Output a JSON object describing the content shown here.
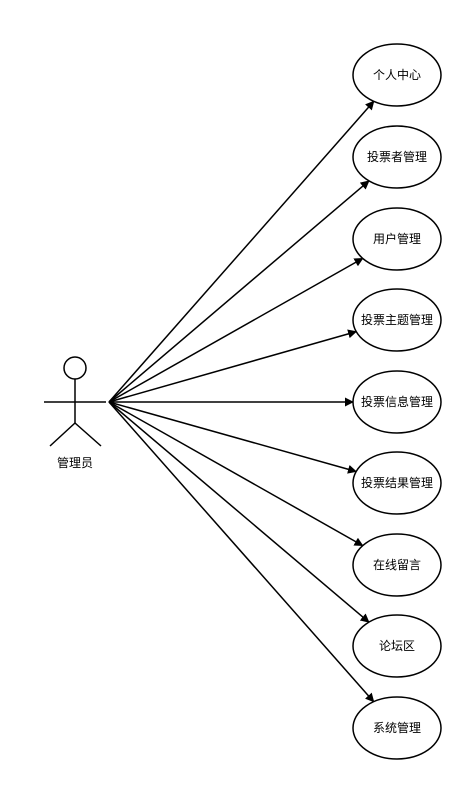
{
  "actor": {
    "name": "管理员"
  },
  "use_cases": [
    {
      "label": "个人中心"
    },
    {
      "label": "投票者管理"
    },
    {
      "label": "用户管理"
    },
    {
      "label": "投票主题管理"
    },
    {
      "label": "投票信息管理"
    },
    {
      "label": "投票结果管理"
    },
    {
      "label": "在线留言"
    },
    {
      "label": "论坛区"
    },
    {
      "label": "系统管理"
    }
  ],
  "colors": {
    "stroke": "#000000",
    "fill": "#ffffff",
    "text": "#000000"
  }
}
